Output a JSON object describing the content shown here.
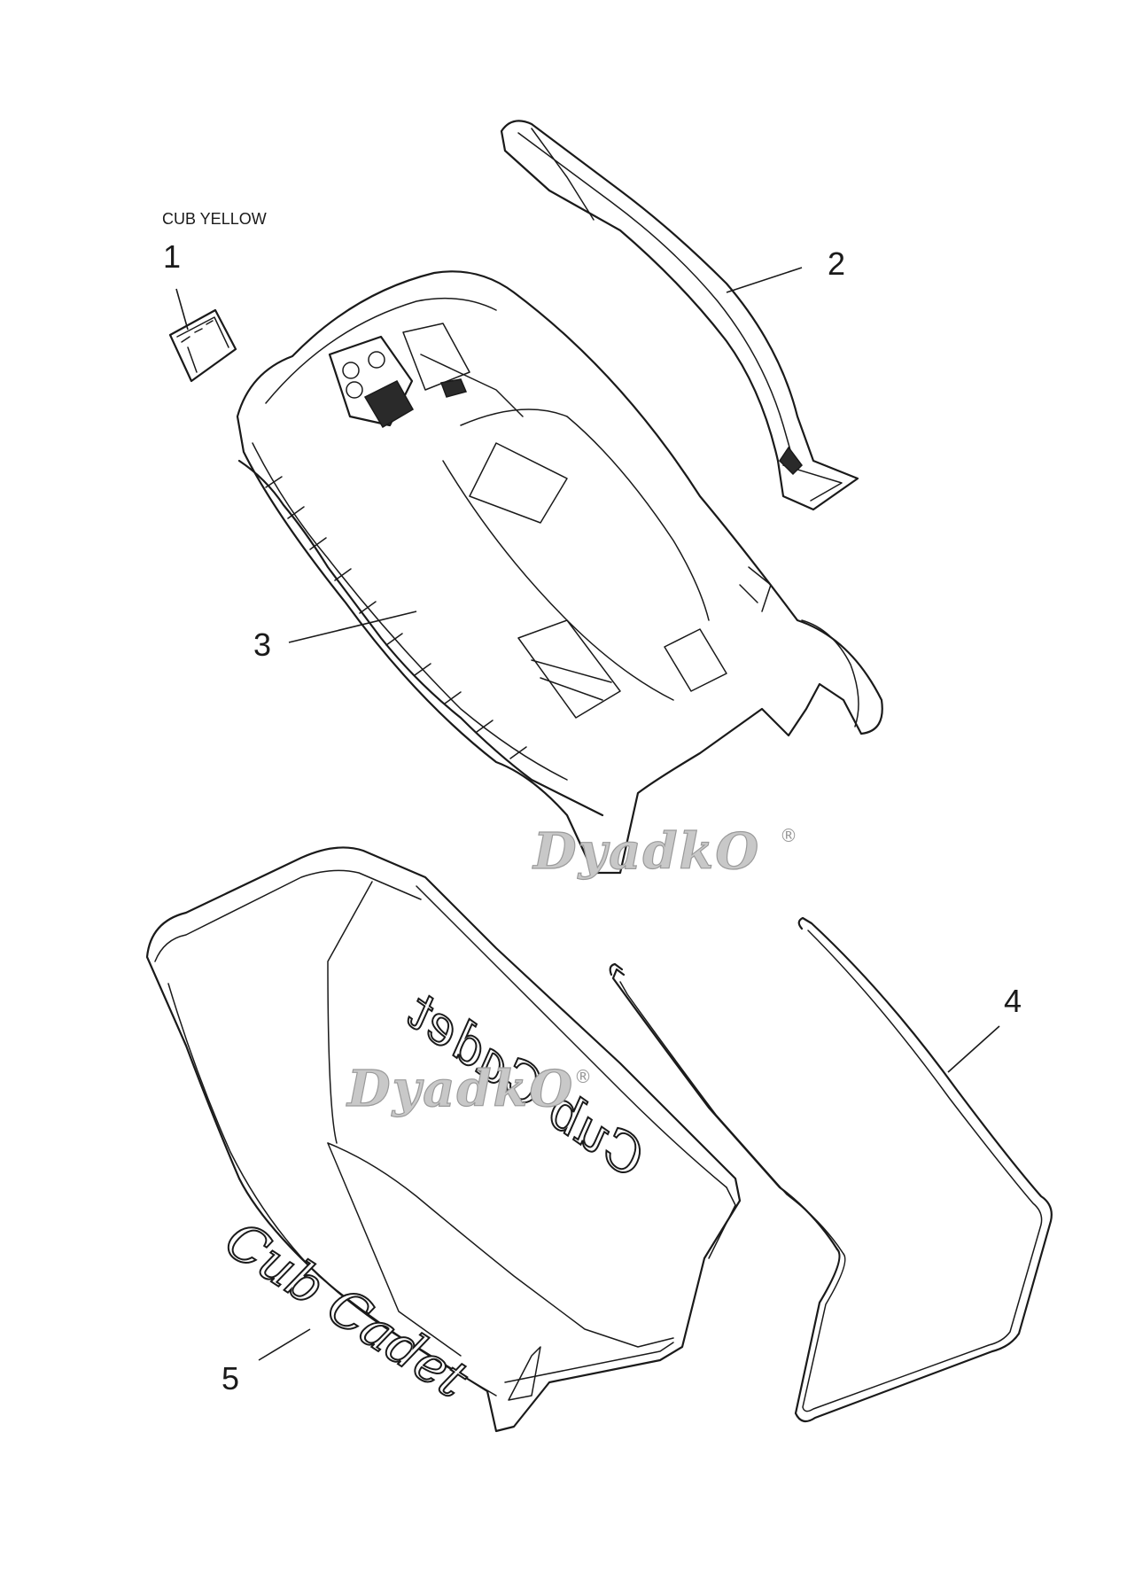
{
  "diagram": {
    "note_color": "CUB YELLOW",
    "callouts": [
      {
        "id": "1",
        "label": "1"
      },
      {
        "id": "2",
        "label": "2"
      },
      {
        "id": "3",
        "label": "3"
      },
      {
        "id": "4",
        "label": "4"
      },
      {
        "id": "5",
        "label": "5"
      }
    ],
    "watermark": "DyadkO",
    "watermark_mark": "®",
    "bag_logo": "Cub Cadet",
    "colors": {
      "line": "#1a1a1a",
      "watermark": "#c8c8c8",
      "background": "#ffffff"
    }
  }
}
